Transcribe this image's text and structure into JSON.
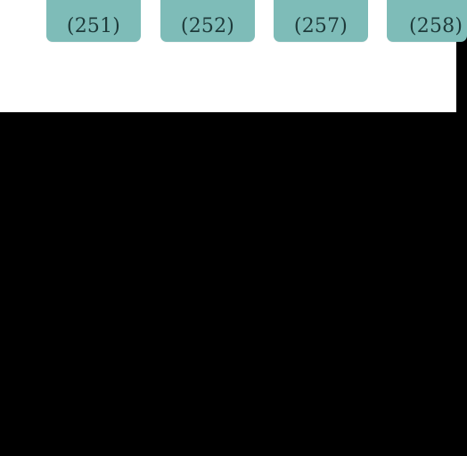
{
  "tiles": [
    {
      "label": "(251)"
    },
    {
      "label": "(252)"
    },
    {
      "label": "(257)"
    },
    {
      "label": "(258)"
    }
  ],
  "colors": {
    "tile": "#7ebcb8",
    "top_background": "#ffffff",
    "bottom_background": "#000000"
  }
}
